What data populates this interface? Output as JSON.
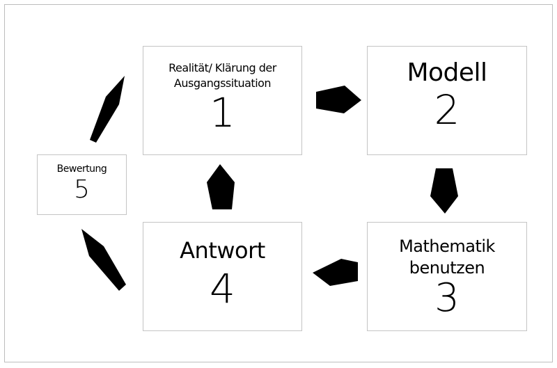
{
  "diagram": {
    "nodes": [
      {
        "id": "1",
        "label": "Realität/ Klärung der Ausgangssituation",
        "label_line1": "Realität/ Klärung der",
        "label_line2": "Ausgangssituation",
        "number": "1"
      },
      {
        "id": "2",
        "label": "Modell",
        "number": "2"
      },
      {
        "id": "3",
        "label_line1": "Mathematik",
        "label_line2": "benutzen",
        "number": "3"
      },
      {
        "id": "4",
        "label": "Antwort",
        "number": "4"
      },
      {
        "id": "5",
        "label": "Bewertung",
        "number": "5"
      }
    ],
    "edges": [
      {
        "from": "1",
        "to": "2"
      },
      {
        "from": "2",
        "to": "3"
      },
      {
        "from": "3",
        "to": "4"
      },
      {
        "from": "4",
        "to": "1"
      },
      {
        "from": "4",
        "to": "5"
      },
      {
        "from": "5",
        "to": "1"
      }
    ],
    "colors": {
      "arrow": "#000000",
      "box_border": "#c4c4c4"
    }
  }
}
